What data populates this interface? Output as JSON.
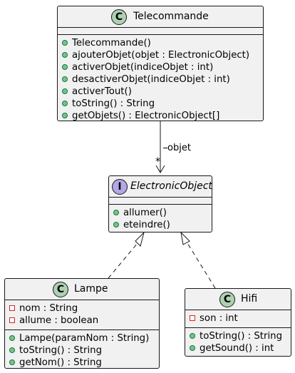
{
  "classes": {
    "telecommande": {
      "badge": "C",
      "name": "Telecommande",
      "methods": [
        "Telecommande()",
        "ajouterObjet(objet : ElectronicObject)",
        "activerObjet(indiceObjet : int)",
        "desactiverObjet(indiceObjet : int)",
        "activerTout()",
        "toString() : String",
        "getObjets() : ElectronicObject[]"
      ]
    },
    "electronic_object": {
      "badge": "I",
      "name": "ElectronicObject",
      "methods": [
        "allumer()",
        "eteindre()"
      ]
    },
    "lampe": {
      "badge": "C",
      "name": "Lampe",
      "fields": [
        "nom : String",
        "allume : boolean"
      ],
      "methods": [
        "Lampe(paramNom : String)",
        "toString() : String",
        "getNom() : String"
      ]
    },
    "hifi": {
      "badge": "C",
      "name": "Hifi",
      "fields": [
        "son : int"
      ],
      "methods": [
        "toString() : String",
        "getSound() : int"
      ]
    }
  },
  "association": {
    "label": "objet",
    "multiplicity": "*"
  },
  "colors": {
    "class_fill": "#f1f1f1",
    "border": "#181818",
    "class_badge": "#add1b2",
    "interface_badge": "#b4a7e5",
    "public_marker": "#84be84",
    "private_marker": "#c82930"
  }
}
